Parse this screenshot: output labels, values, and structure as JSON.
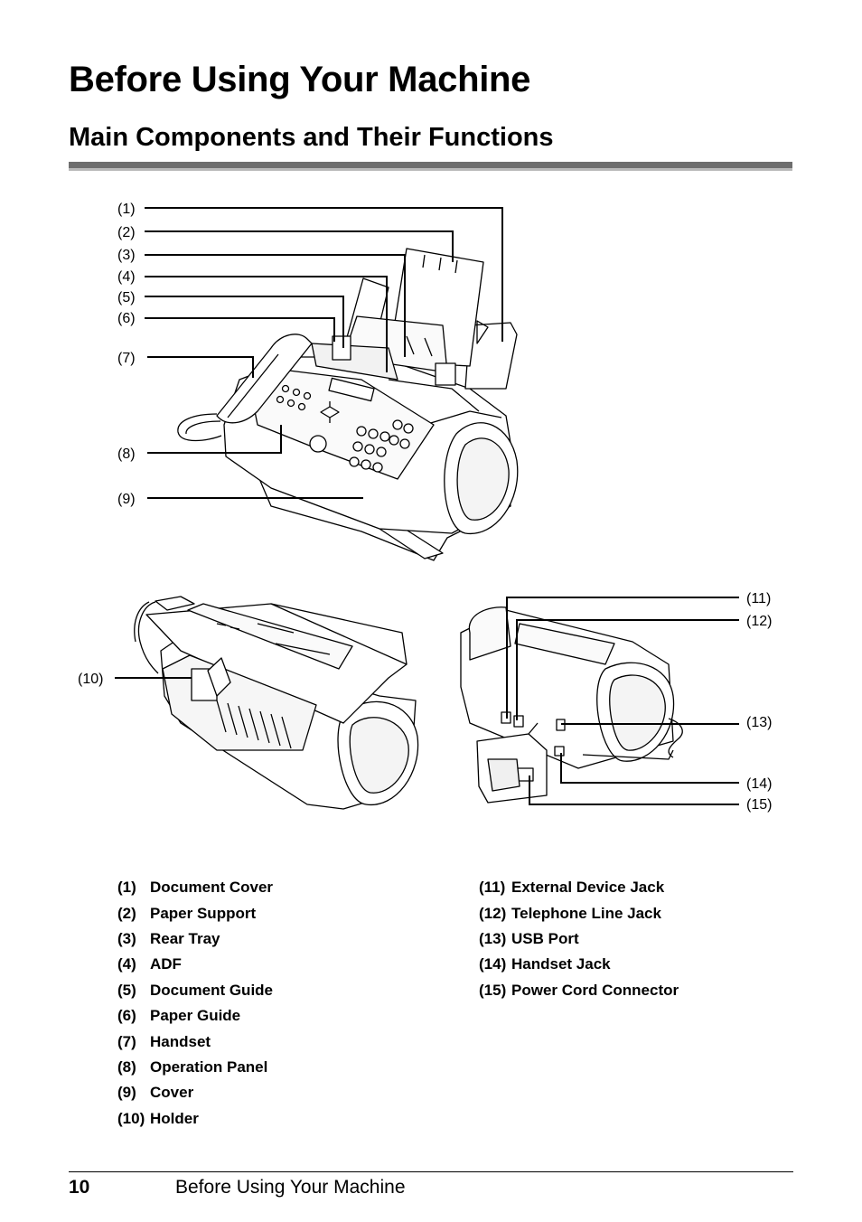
{
  "page": {
    "title": "Before Using Your Machine",
    "section_title": "Main Components and Their Functions"
  },
  "callouts": {
    "c1": "(1)",
    "c2": "(2)",
    "c3": "(3)",
    "c4": "(4)",
    "c5": "(5)",
    "c6": "(6)",
    "c7": "(7)",
    "c8": "(8)",
    "c9": "(9)",
    "c10": "(10)",
    "c11": "(11)",
    "c12": "(12)",
    "c13": "(13)",
    "c14": "(14)",
    "c15": "(15)"
  },
  "legend": {
    "left": [
      {
        "num": "(1)",
        "label": "Document Cover"
      },
      {
        "num": "(2)",
        "label": "Paper Support"
      },
      {
        "num": "(3)",
        "label": "Rear Tray"
      },
      {
        "num": "(4)",
        "label": "ADF"
      },
      {
        "num": "(5)",
        "label": "Document Guide"
      },
      {
        "num": "(6)",
        "label": "Paper Guide"
      },
      {
        "num": "(7)",
        "label": "Handset"
      },
      {
        "num": "(8)",
        "label": "Operation Panel"
      },
      {
        "num": "(9)",
        "label": "Cover"
      },
      {
        "num": "(10)",
        "label": "Holder"
      }
    ],
    "right": [
      {
        "num": "(11)",
        "label": "External Device Jack"
      },
      {
        "num": "(12)",
        "label": "Telephone Line Jack"
      },
      {
        "num": "(13)",
        "label": "USB Port"
      },
      {
        "num": "(14)",
        "label": "Handset Jack"
      },
      {
        "num": "(15)",
        "label": "Power Cord Connector"
      }
    ]
  },
  "footer": {
    "page_number": "10",
    "title": "Before Using Your Machine"
  }
}
